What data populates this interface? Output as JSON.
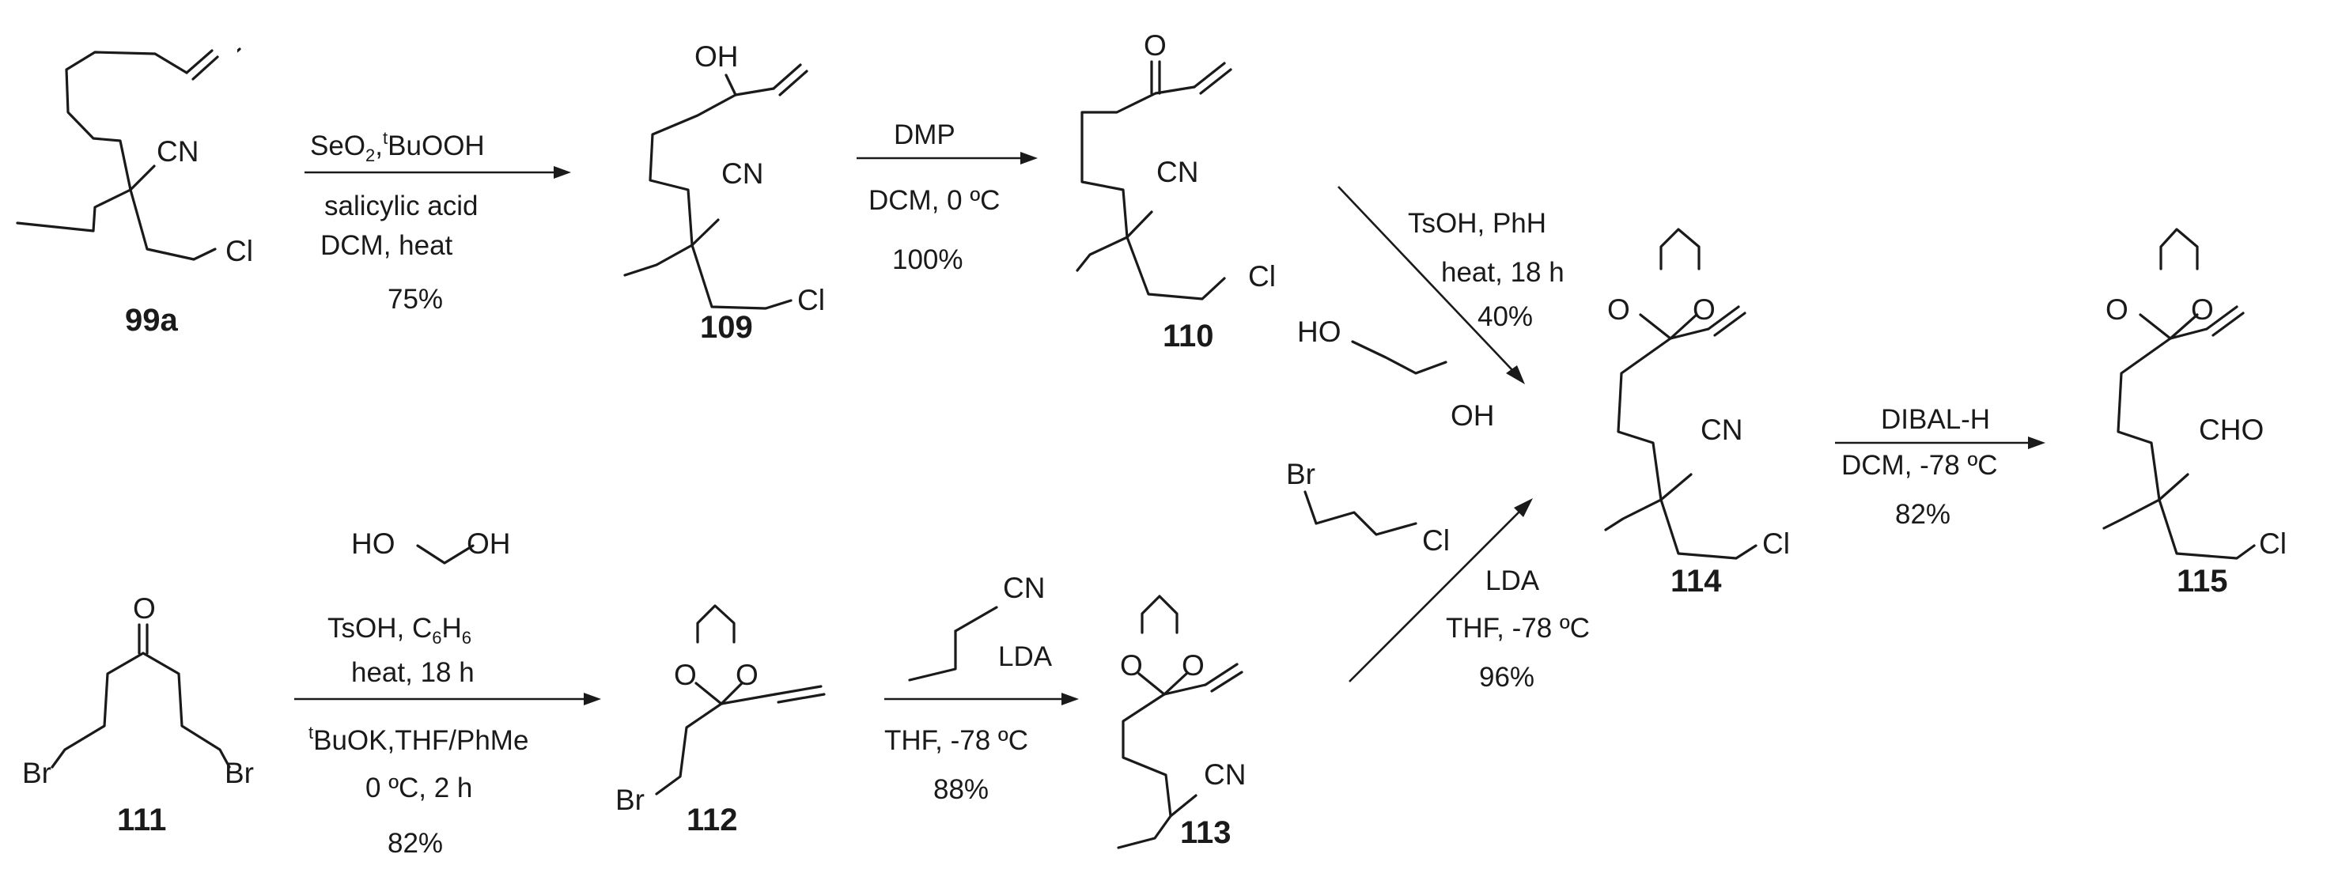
{
  "compounds": {
    "c99a": {
      "id": "99a",
      "cn": "CN",
      "cl": "Cl"
    },
    "c109": {
      "id": "109",
      "oh": "OH",
      "cn": "CN",
      "cl": "Cl"
    },
    "c110": {
      "id": "110",
      "o": "O",
      "cn": "CN",
      "cl": "Cl"
    },
    "c114": {
      "id": "114",
      "o1": "O",
      "o2": "O",
      "cn": "CN",
      "cl": "Cl"
    },
    "c115": {
      "id": "115",
      "o1": "O",
      "o2": "O",
      "cho": "CHO",
      "cl": "Cl"
    },
    "c111": {
      "id": "111",
      "o": "O",
      "br1": "Br",
      "br2": "Br"
    },
    "c112": {
      "id": "112",
      "o1": "O",
      "o2": "O",
      "br": "Br"
    },
    "c113": {
      "id": "113",
      "o1": "O",
      "o2": "O",
      "cn": "CN"
    }
  },
  "reagents": {
    "ethylene_glycol": {
      "ho": "HO",
      "oh": "OH"
    },
    "bromochloropropane": {
      "br": "Br",
      "cl": "Cl"
    },
    "butyronitrile": {
      "cn": "CN"
    },
    "glycol_small": {
      "ho": "HO",
      "oh": "OH"
    }
  },
  "conditions": {
    "step1": {
      "line1_main": "SeO",
      "line1_sub": "2",
      "line1_sep": ",",
      "line1_sup": "t",
      "line1_rest": "BuOOH",
      "line2": "salicylic acid",
      "line3": "DCM, heat",
      "yield": "75%"
    },
    "step2": {
      "line1": "DMP",
      "line2": "DCM, 0 ºC",
      "yield": "100%"
    },
    "step3": {
      "line1": "TsOH,  PhH",
      "line2": "heat, 18 h",
      "yield": "40%"
    },
    "step4": {
      "line1": "DIBAL-H",
      "line2": "DCM, -78 ºC",
      "yield": "82%"
    },
    "step5": {
      "line1_main": "TsOH,  C",
      "line1_sub1": "6",
      "line1_mid": "H",
      "line1_sub2": "6",
      "line2": "heat, 18 h",
      "line3_sup": "t",
      "line3_rest": "BuOK,THF/PhMe",
      "line4": "0 ºC, 2 h",
      "yield": "82%"
    },
    "step6": {
      "reagent": "LDA",
      "line2": "THF, -78 ºC",
      "yield": "88%"
    },
    "step7": {
      "line1": "LDA",
      "line2": "THF, -78 ºC",
      "yield": "96%"
    }
  }
}
